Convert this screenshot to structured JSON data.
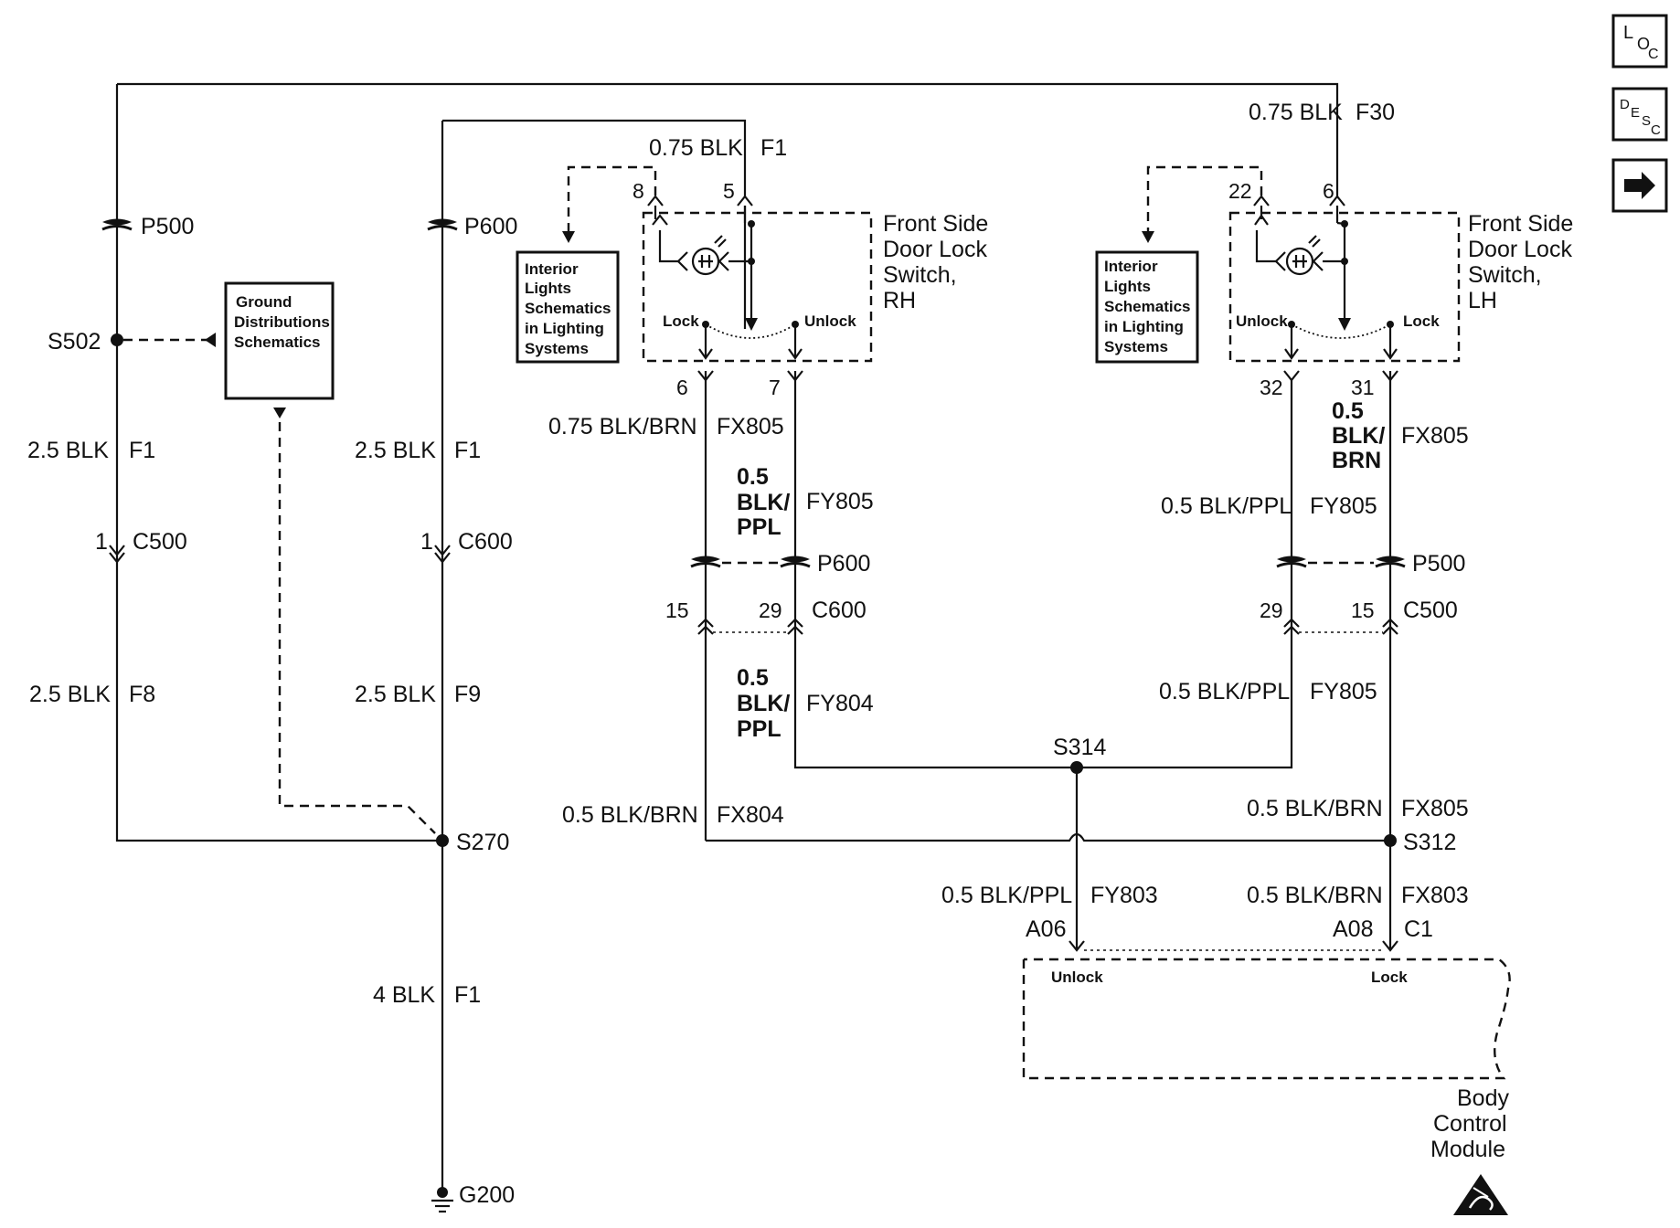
{
  "nav": {
    "loc_label": [
      "L",
      "O",
      "C"
    ],
    "desc_label": [
      "D",
      "E",
      "S",
      "C"
    ],
    "next_icon": "right-arrow-icon"
  },
  "ground_circuit": {
    "p500": "P500",
    "s502": "S502",
    "wire_left_top": "2.5 BLK",
    "wire_left_top_circuit": "F1",
    "c500_pin": "1",
    "c500": "C500",
    "wire_left_bottom": "2.5 BLK",
    "wire_left_bottom_circuit": "F8",
    "p600": "P600",
    "wire_mid_top": "2.5 BLK",
    "wire_mid_top_circuit": "F1",
    "c600_pin": "1",
    "c600": "C600",
    "wire_mid_bottom": "2.5 BLK",
    "wire_mid_bottom_circuit": "F9",
    "s270": "S270",
    "wire_ground": "4 BLK",
    "wire_ground_circuit": "F1",
    "g200": "G200",
    "ground_dist_box": [
      "Ground",
      "Distributions",
      "Schematics"
    ]
  },
  "rh_switch": {
    "title": [
      "Front Side",
      "Door Lock",
      "Switch,",
      "RH"
    ],
    "feed_wire": "0.75 BLK",
    "feed_circuit": "F1",
    "pin_8": "8",
    "pin_5": "5",
    "lock_label": "Lock",
    "unlock_label": "Unlock",
    "pin_6": "6",
    "pin_7": "7",
    "interior_box": [
      "Interior",
      "Lights",
      "Schematics",
      "in Lighting",
      "Systems"
    ],
    "wire_6": "0.75 BLK/BRN",
    "wire_6_circuit": "FX805",
    "wire_7": [
      "0.5",
      "BLK/",
      "PPL"
    ],
    "wire_7_circuit": "FY805",
    "p600": "P600",
    "pin_15": "15",
    "pin_29": "29",
    "c600": "C600",
    "wire_29": [
      "0.5",
      "BLK/",
      "PPL"
    ],
    "wire_29_circuit": "FY804",
    "wire_15": "0.5 BLK/BRN",
    "wire_15_circuit": "FX804"
  },
  "lh_switch": {
    "title": [
      "Front Side",
      "Door Lock",
      "Switch,",
      "LH"
    ],
    "feed_wire": "0.75 BLK",
    "feed_circuit": "F30",
    "pin_22": "22",
    "pin_6": "6",
    "unlock_label": "Unlock",
    "lock_label": "Lock",
    "pin_32": "32",
    "pin_31": "31",
    "interior_box": [
      "Interior",
      "Lights",
      "Schematics",
      "in Lighting",
      "Systems"
    ],
    "wire_31": [
      "0.5",
      "BLK/",
      "BRN"
    ],
    "wire_31_circuit": "FX805",
    "wire_32": "0.5 BLK/PPL",
    "wire_32_circuit": "FY805",
    "p500": "P500",
    "pin_29": "29",
    "pin_15": "15",
    "c500": "C500",
    "wire_29": "0.5 BLK/PPL",
    "wire_29_circuit": "FY805",
    "wire_15": "0.5 BLK/BRN",
    "wire_15_circuit": "FX805"
  },
  "bcm": {
    "s314": "S314",
    "s312": "S312",
    "wire_unlock": "0.5 BLK/PPL",
    "wire_unlock_circuit": "FY803",
    "wire_lock": "0.5 BLK/BRN",
    "wire_lock_circuit": "FX803",
    "pin_a06": "A06",
    "pin_a08": "A08",
    "connector": "C1",
    "unlock_label": "Unlock",
    "lock_label": "Lock",
    "title": [
      "Body",
      "Control",
      "Module"
    ],
    "esd_icon": "esd-sensitive-icon"
  }
}
